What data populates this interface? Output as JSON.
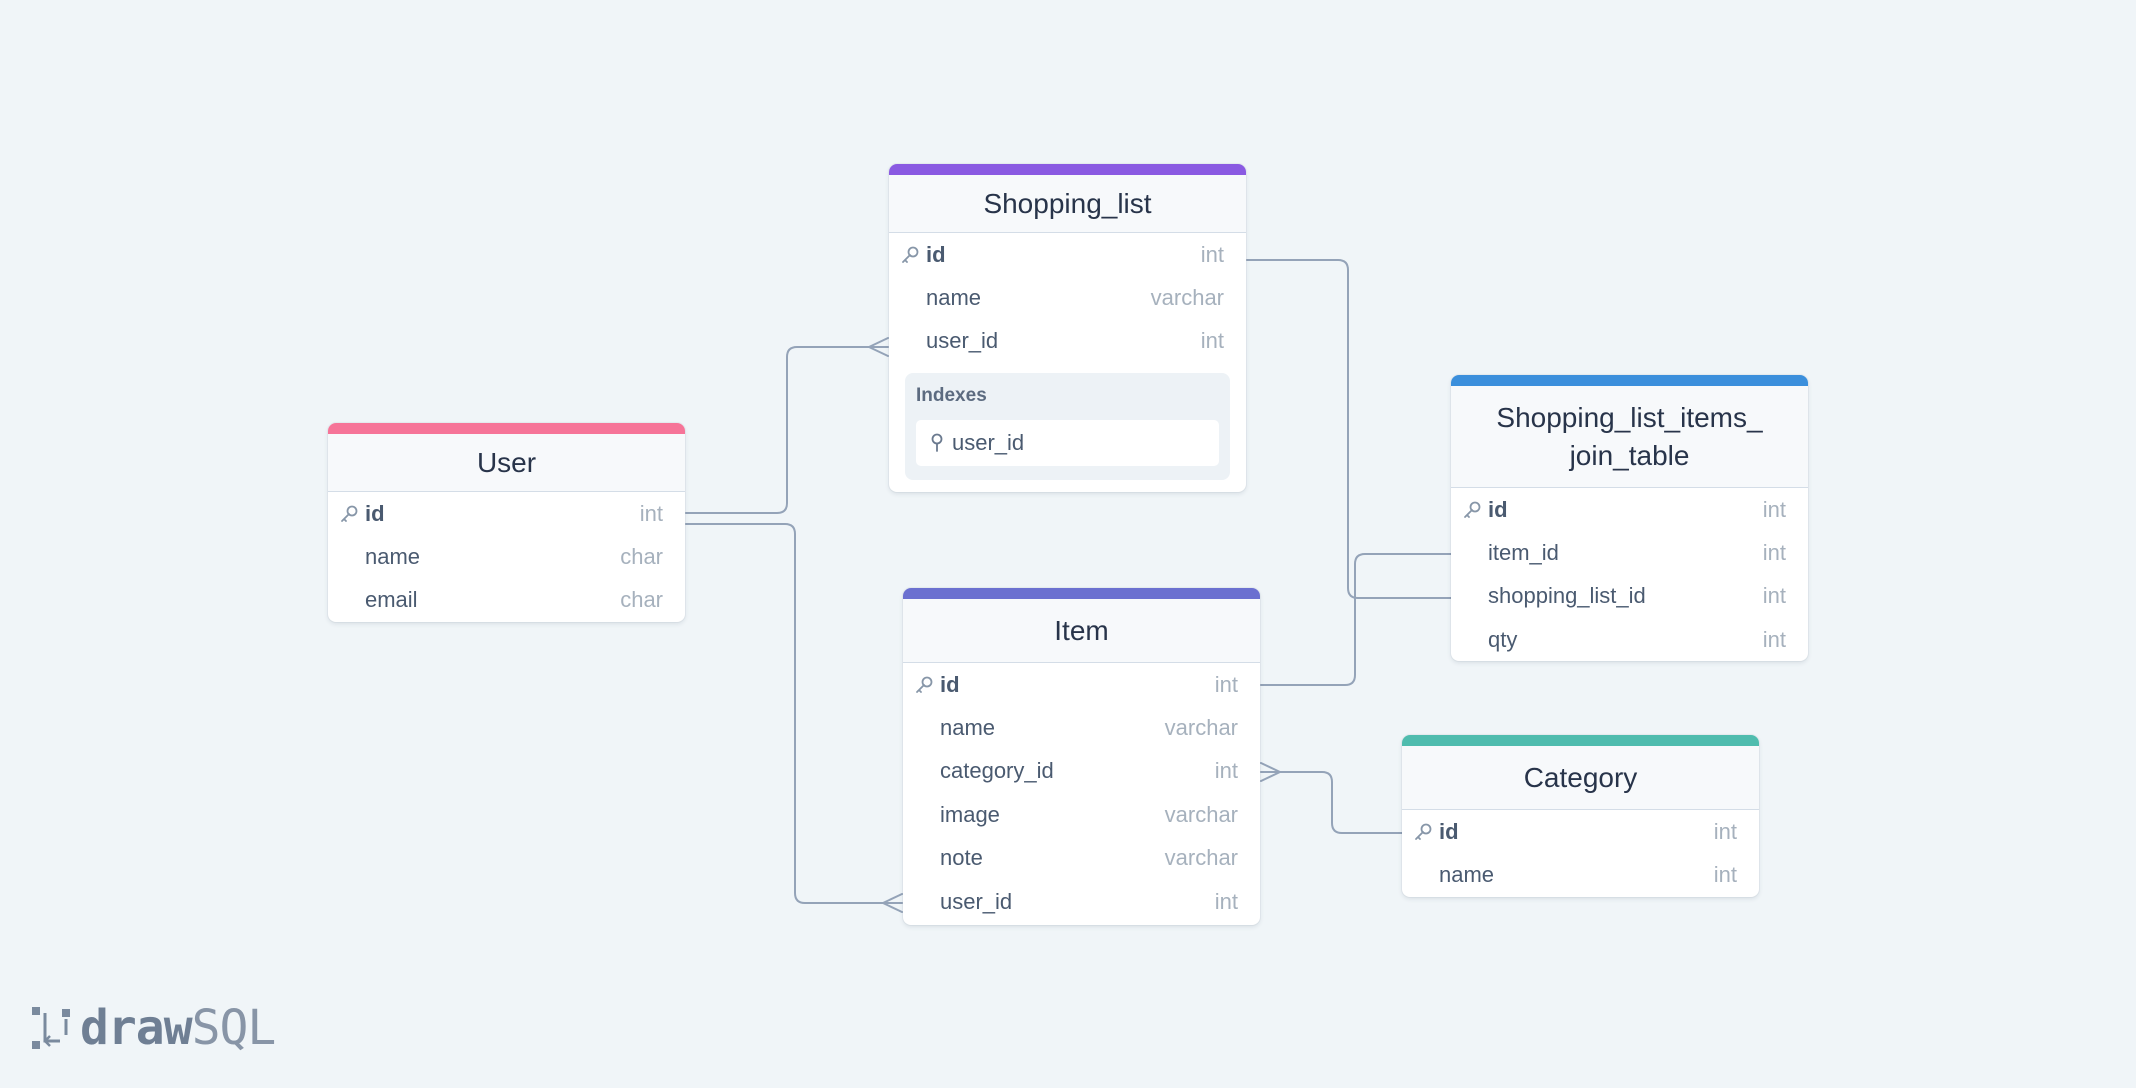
{
  "colors": {
    "background": "#f0f5f8",
    "connector": "#94a3b8",
    "user_accent": "#f67498",
    "shopping_list_accent": "#8a5ae2",
    "item_accent": "#6b70d0",
    "join_table_accent": "#3b8fdc",
    "category_accent": "#4fbcae"
  },
  "tables": {
    "user": {
      "title": "User",
      "columns": [
        {
          "name": "id",
          "type": "int",
          "primary_key": true
        },
        {
          "name": "name",
          "type": "char"
        },
        {
          "name": "email",
          "type": "char"
        }
      ]
    },
    "shopping_list": {
      "title": "Shopping_list",
      "columns": [
        {
          "name": "id",
          "type": "int",
          "primary_key": true
        },
        {
          "name": "name",
          "type": "varchar"
        },
        {
          "name": "user_id",
          "type": "int"
        }
      ],
      "indexes_label": "Indexes",
      "indexes": [
        "user_id"
      ]
    },
    "item": {
      "title": "Item",
      "columns": [
        {
          "name": "id",
          "type": "int",
          "primary_key": true
        },
        {
          "name": "name",
          "type": "varchar"
        },
        {
          "name": "category_id",
          "type": "int"
        },
        {
          "name": "image",
          "type": "varchar"
        },
        {
          "name": "note",
          "type": "varchar"
        },
        {
          "name": "user_id",
          "type": "int"
        }
      ]
    },
    "join_table": {
      "title_line1": "Shopping_list_items_",
      "title_line2": "join_table",
      "columns": [
        {
          "name": "id",
          "type": "int",
          "primary_key": true
        },
        {
          "name": "item_id",
          "type": "int"
        },
        {
          "name": "shopping_list_id",
          "type": "int"
        },
        {
          "name": "qty",
          "type": "int"
        }
      ]
    },
    "category": {
      "title": "Category",
      "columns": [
        {
          "name": "id",
          "type": "int",
          "primary_key": true
        },
        {
          "name": "name",
          "type": "int"
        }
      ]
    }
  },
  "relations": [
    {
      "from": "user.id",
      "to": "shopping_list.user_id",
      "kind": "one-to-many"
    },
    {
      "from": "user.id",
      "to": "item.user_id",
      "kind": "one-to-many"
    },
    {
      "from": "shopping_list.id",
      "to": "join_table.shopping_list_id",
      "kind": "one-to-one"
    },
    {
      "from": "item.id",
      "to": "join_table.item_id",
      "kind": "one-to-one"
    },
    {
      "from": "category.id",
      "to": "item.category_id",
      "kind": "one-to-many"
    }
  ],
  "branding": {
    "logo_bold": "draw",
    "logo_light": "SQL"
  }
}
